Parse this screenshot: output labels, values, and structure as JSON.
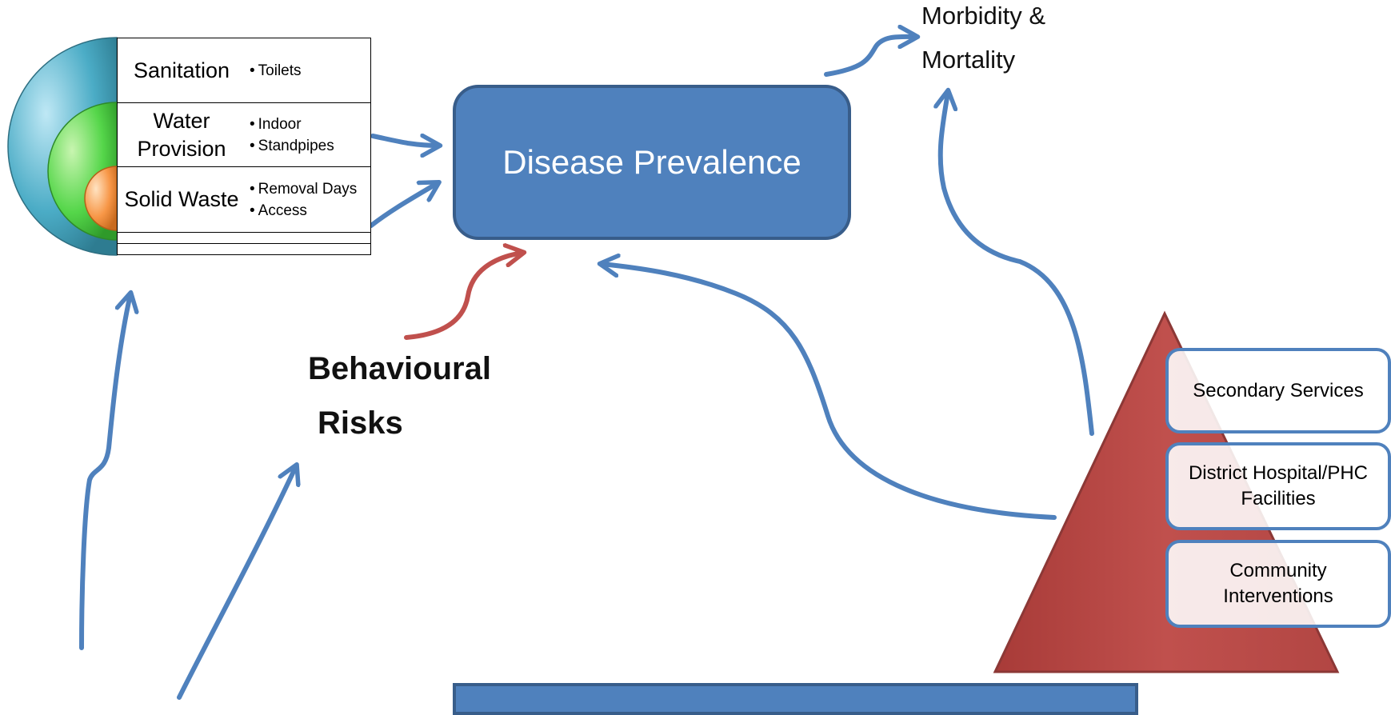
{
  "diagram": {
    "center_box": {
      "label": "Disease Prevalence"
    },
    "outcome": {
      "line1": "Morbidity &",
      "line2": "Mortality"
    },
    "behaviour": {
      "line1": "Behavioural",
      "line2": "Risks"
    },
    "infrastructure": {
      "rows": [
        {
          "label": "Sanitation",
          "bullets": [
            "Toilets"
          ]
        },
        {
          "label": "Water Provision",
          "bullets": [
            "Indoor",
            "Standpipes"
          ]
        },
        {
          "label": "Solid Waste",
          "bullets": [
            "Removal Days",
            "Access"
          ]
        }
      ]
    },
    "health_system": {
      "levels": [
        {
          "label": "Secondary Services"
        },
        {
          "label": "District Hospital/PHC Facilities"
        },
        {
          "label": "Community Interventions"
        }
      ]
    },
    "colors": {
      "blue": "#4f81bd",
      "blue_dark": "#385d8a",
      "red": "#c0504d",
      "arrow_blue": "#4f81bd",
      "arrow_red": "#c0504d"
    }
  }
}
